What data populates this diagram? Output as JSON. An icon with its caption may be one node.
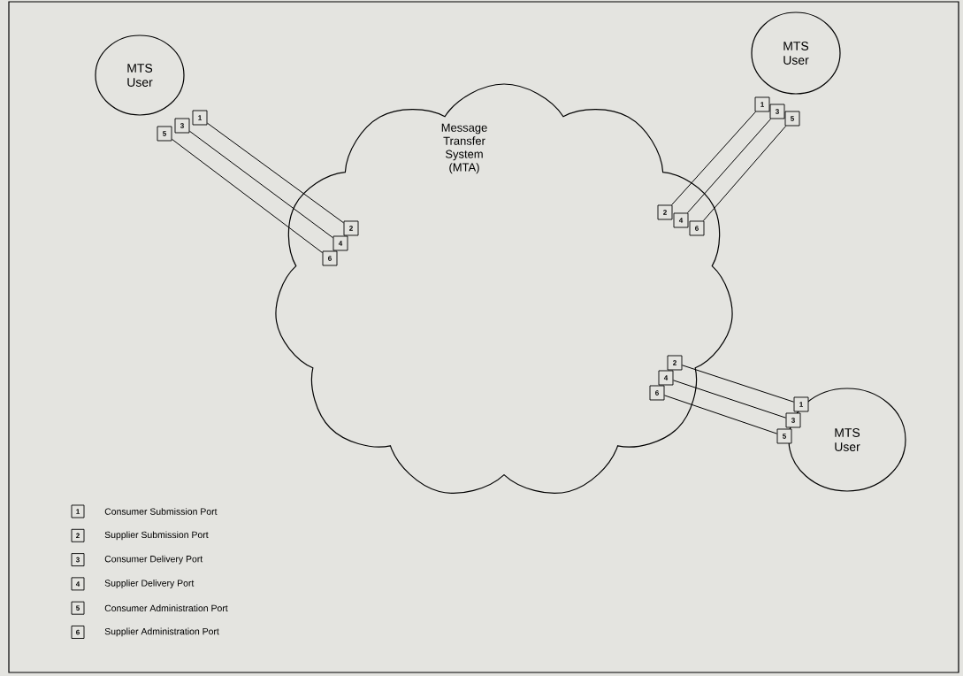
{
  "diagram": {
    "nodes": [
      {
        "text": [
          "Message Transfer System (MTA)"
        ]
      },
      {
        "text": [
          "MTS User"
        ]
      },
      {
        "text": [
          "MTS User"
        ]
      },
      {
        "text": [
          "MTS User"
        ]
      },
      {
        "text": [
          "1"
        ]
      },
      {
        "text": [
          "3"
        ]
      },
      {
        "text": [
          "5"
        ]
      },
      {
        "text": [
          "2"
        ]
      },
      {
        "text": [
          "4"
        ]
      },
      {
        "text": [
          "6"
        ]
      },
      {
        "text": [
          "1"
        ]
      },
      {
        "text": [
          "3"
        ]
      },
      {
        "text": [
          "5"
        ]
      },
      {
        "text": [
          "2"
        ]
      },
      {
        "text": [
          "4"
        ]
      },
      {
        "text": [
          "6"
        ]
      },
      {
        "text": [
          "2"
        ]
      },
      {
        "text": [
          "4"
        ]
      },
      {
        "text": [
          "6"
        ]
      },
      {
        "text": [
          "1"
        ]
      },
      {
        "text": [
          "3"
        ]
      },
      {
        "text": [
          "5"
        ]
      }
    ],
    "edges": [
      {
        "from": 4,
        "to": 7,
        "arrow": "none"
      },
      {
        "from": 5,
        "to": 8,
        "arrow": "none"
      },
      {
        "from": 6,
        "to": 9,
        "arrow": "none"
      },
      {
        "from": 10,
        "to": 13,
        "arrow": "none"
      },
      {
        "from": 11,
        "to": 14,
        "arrow": "none"
      },
      {
        "from": 12,
        "to": 15,
        "arrow": "none"
      },
      {
        "from": 16,
        "to": 19,
        "arrow": "none"
      },
      {
        "from": 17,
        "to": 20,
        "arrow": "none"
      },
      {
        "from": 18,
        "to": 21,
        "arrow": "none"
      }
    ],
    "labels": [
      "1",
      "2",
      "3",
      "4",
      "5",
      "6"
    ],
    "legend": [
      {
        "text": "Consumer Submission Port"
      },
      {
        "text": "Supplier Submission Port"
      },
      {
        "text": "Consumer Delivery Port"
      },
      {
        "text": "Supplier Delivery Port"
      },
      {
        "text": "Consumer Administration Port"
      },
      {
        "text": "Supplier Administration Port"
      }
    ]
  }
}
